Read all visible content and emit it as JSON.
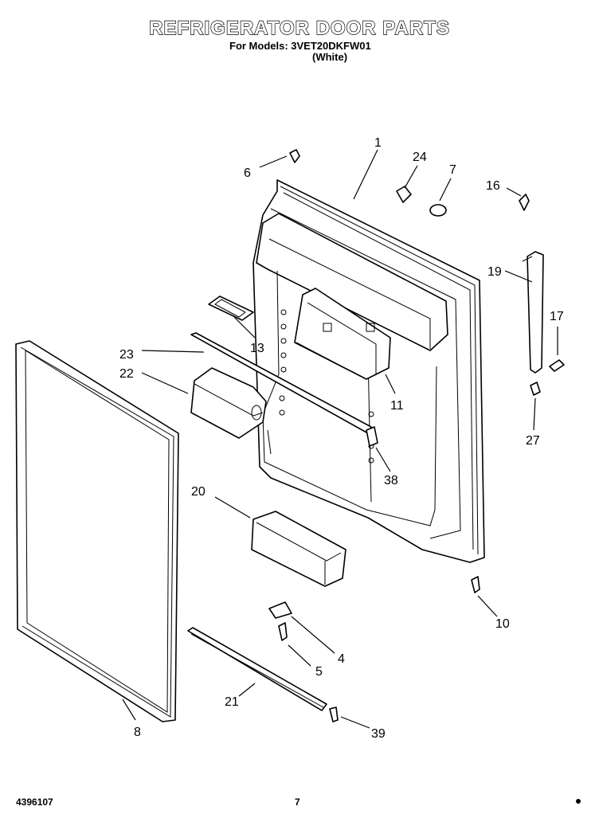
{
  "header": {
    "title": "REFRIGERATOR DOOR PARTS",
    "subtitle_models": "For Models: 3VET20DKFW01",
    "subtitle_color": "(White)"
  },
  "footer": {
    "part_number": "4396107",
    "page_number": "7"
  },
  "callouts": [
    {
      "id": "1"
    },
    {
      "id": "24"
    },
    {
      "id": "7"
    },
    {
      "id": "6"
    },
    {
      "id": "16"
    },
    {
      "id": "19"
    },
    {
      "id": "17"
    },
    {
      "id": "13"
    },
    {
      "id": "23"
    },
    {
      "id": "22"
    },
    {
      "id": "11"
    },
    {
      "id": "27"
    },
    {
      "id": "38"
    },
    {
      "id": "20"
    },
    {
      "id": "10"
    },
    {
      "id": "4"
    },
    {
      "id": "5"
    },
    {
      "id": "21"
    },
    {
      "id": "8"
    },
    {
      "id": "39"
    }
  ]
}
